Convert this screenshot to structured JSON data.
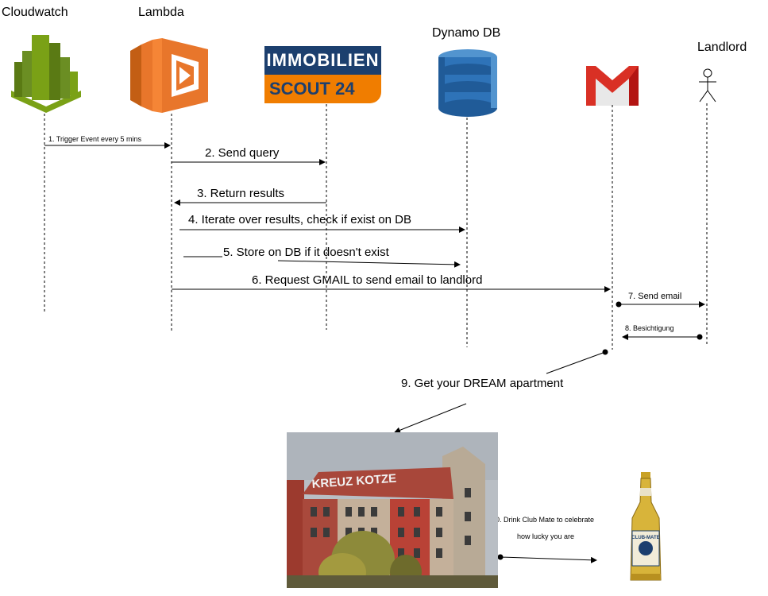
{
  "actors": {
    "cloudwatch": {
      "label": "Cloudwatch",
      "icon": "cloudwatch-icon",
      "color": "#6B8E2E"
    },
    "lambda": {
      "label": "Lambda",
      "icon": "lambda-icon",
      "color": "#E8762B"
    },
    "immoscout": {
      "line1": "IMMOBILIEN",
      "line2": "SCOUT 24",
      "icon": "immobilienscout24-logo",
      "colors": {
        "top": "#1C3F6E",
        "bottom": "#F07D00"
      }
    },
    "dynamodb": {
      "label": "Dynamo DB",
      "icon": "dynamodb-icon",
      "color": "#2E73B8"
    },
    "gmail": {
      "icon": "gmail-icon",
      "color": "#D93025"
    },
    "landlord": {
      "label": "Landlord",
      "icon": "stick-figure-icon"
    }
  },
  "messages": {
    "m1": "1. Trigger Event every 5 mins",
    "m2": "2. Send query",
    "m3": "3. Return results",
    "m4": "4. Iterate over results, check if exist on DB",
    "m5": "5. Store on DB if it doesn't exist",
    "m6": "6. Request GMAIL to send email to landlord",
    "m7": "7. Send email",
    "m8": "8. Besichtigung",
    "m9": "9. Get your DREAM apartment",
    "m10_line1": "10. Drink Club Mate to celebrate",
    "m10_line2": "how lucky you are"
  },
  "images": {
    "apartment": {
      "graffiti": "KREUZ KOTZE"
    },
    "club_mate": {
      "label": "CLUB-MATE"
    }
  }
}
